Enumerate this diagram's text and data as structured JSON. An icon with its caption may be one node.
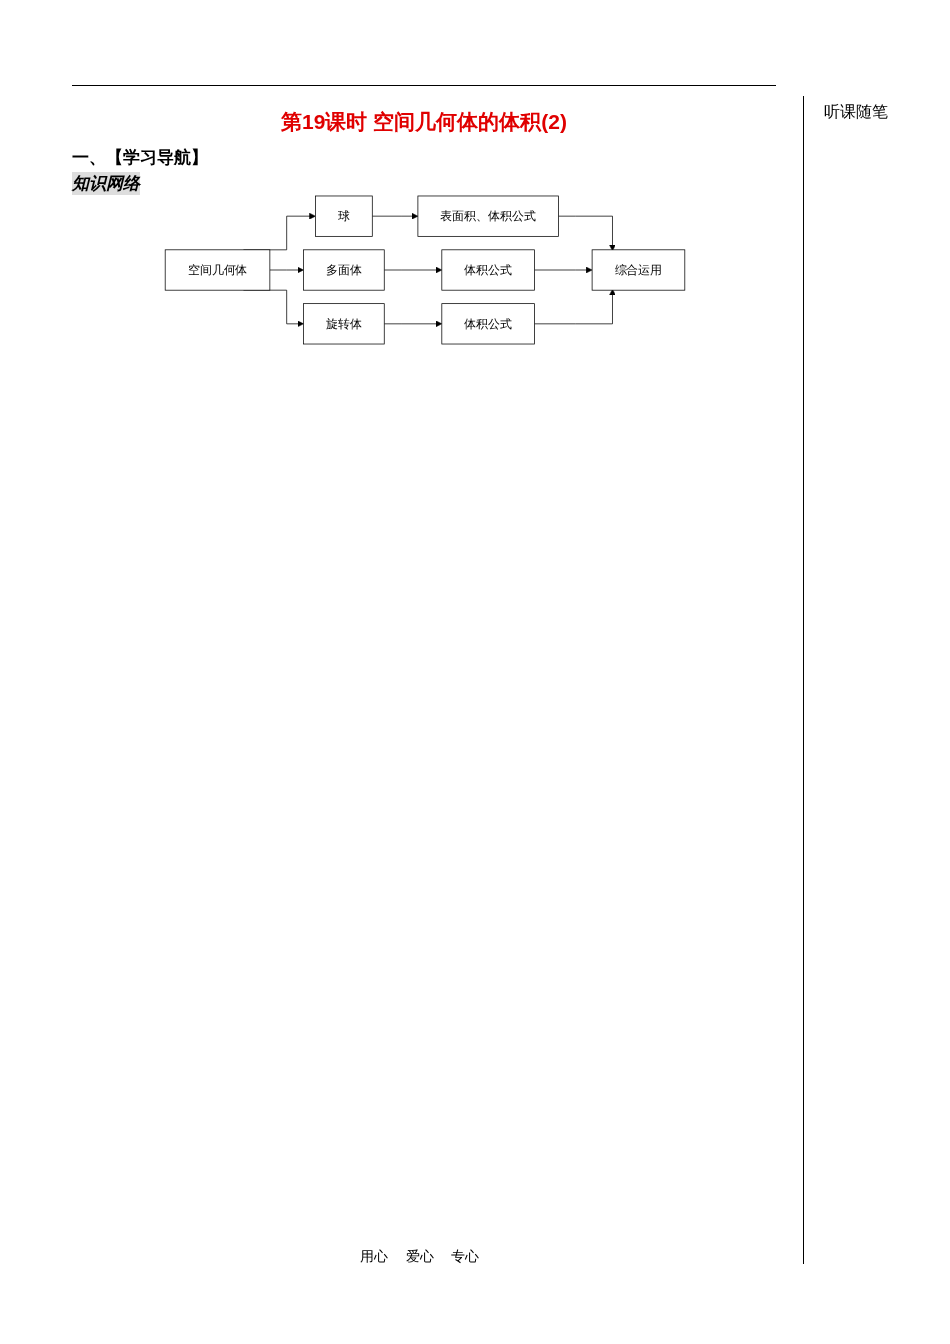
{
  "diagram": {
    "title": "第19课时 空间几何体的体积(2)",
    "nodes": [
      {
        "text": [
          "空间几何体"
        ]
      },
      {
        "text": [
          "球"
        ]
      },
      {
        "text": [
          "多面体"
        ]
      },
      {
        "text": [
          "旋转体"
        ]
      },
      {
        "text": [
          "表面积、体积公式"
        ]
      },
      {
        "text": [
          "体积公式"
        ]
      },
      {
        "text": [
          "体积公式"
        ]
      },
      {
        "text": [
          "综合运用"
        ]
      }
    ],
    "edges": [
      {
        "from": 0,
        "to": 1,
        "arrow": "to"
      },
      {
        "from": 0,
        "to": 2,
        "arrow": "to"
      },
      {
        "from": 0,
        "to": 3,
        "arrow": "to"
      },
      {
        "from": 1,
        "to": 4,
        "arrow": "to"
      },
      {
        "from": 2,
        "to": 5,
        "arrow": "to"
      },
      {
        "from": 3,
        "to": 6,
        "arrow": "to"
      },
      {
        "from": 4,
        "to": 7,
        "arrow": "to"
      },
      {
        "from": 5,
        "to": 7,
        "arrow": "to"
      },
      {
        "from": 6,
        "to": 7,
        "arrow": "to"
      }
    ],
    "labels": [
      "一、【学习导航】",
      "知识网络",
      "听课随笔",
      "用心 爱心 专心"
    ]
  }
}
